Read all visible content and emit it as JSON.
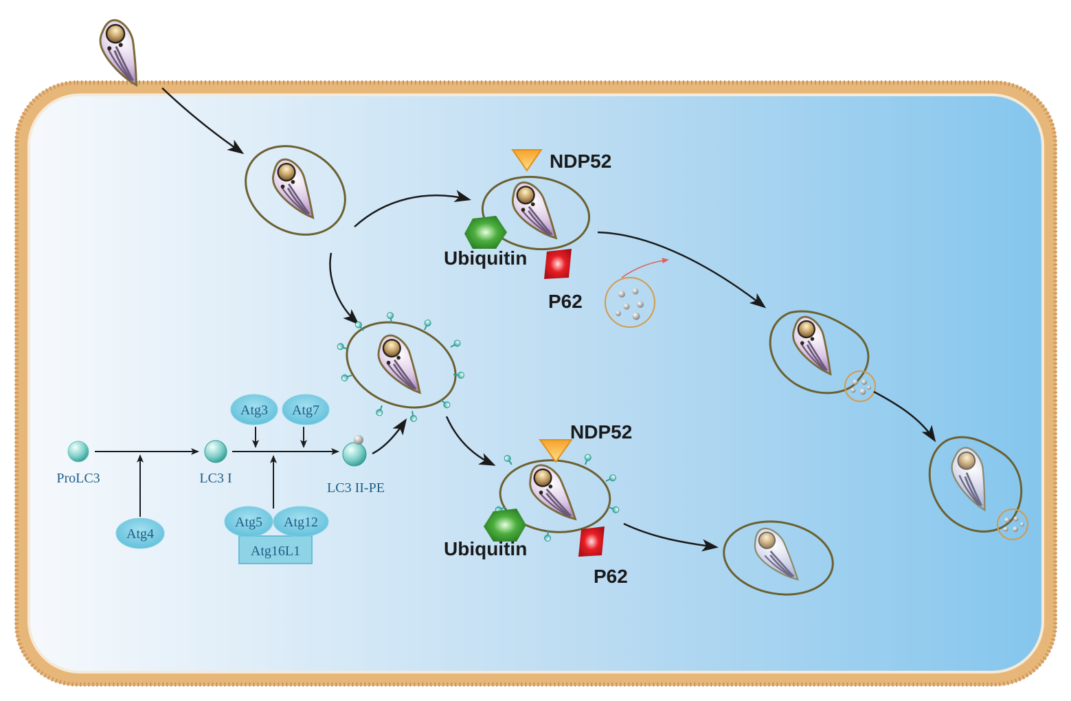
{
  "labels": {
    "ndp52_upper": "NDP52",
    "ubiquitin_upper": "Ubiquitin",
    "p62_upper": "P62",
    "ndp52_lower": "NDP52",
    "ubiquitin_lower": "Ubiquitin",
    "p62_lower": "P62",
    "prolc3": "ProLC3",
    "lc3i": "LC3 I",
    "lc3ii_pe": "LC3 II-PE",
    "atg3": "Atg3",
    "atg7": "Atg7",
    "atg4": "Atg4",
    "atg5": "Atg5",
    "atg12": "Atg12",
    "atg16l1": "Atg16L1"
  },
  "colors": {
    "membrane": "#e7b77a",
    "cytoplasm_left": "#f6f9fc",
    "cytoplasm_right": "#85c6ed",
    "ubiquitin": "#4cae3e",
    "p62": "#e81e25",
    "ndp52": "#f7a12a",
    "atg_protein": "#8fd3e6",
    "lc3": "#7fd0c8"
  },
  "icons": {
    "ndp52": "orange-triangle",
    "ubiquitin": "green-hexagon",
    "p62": "red-square",
    "lc3": "teal-sphere",
    "parasite": "purple-parasite",
    "lysosome": "vesicle-with-granules"
  }
}
